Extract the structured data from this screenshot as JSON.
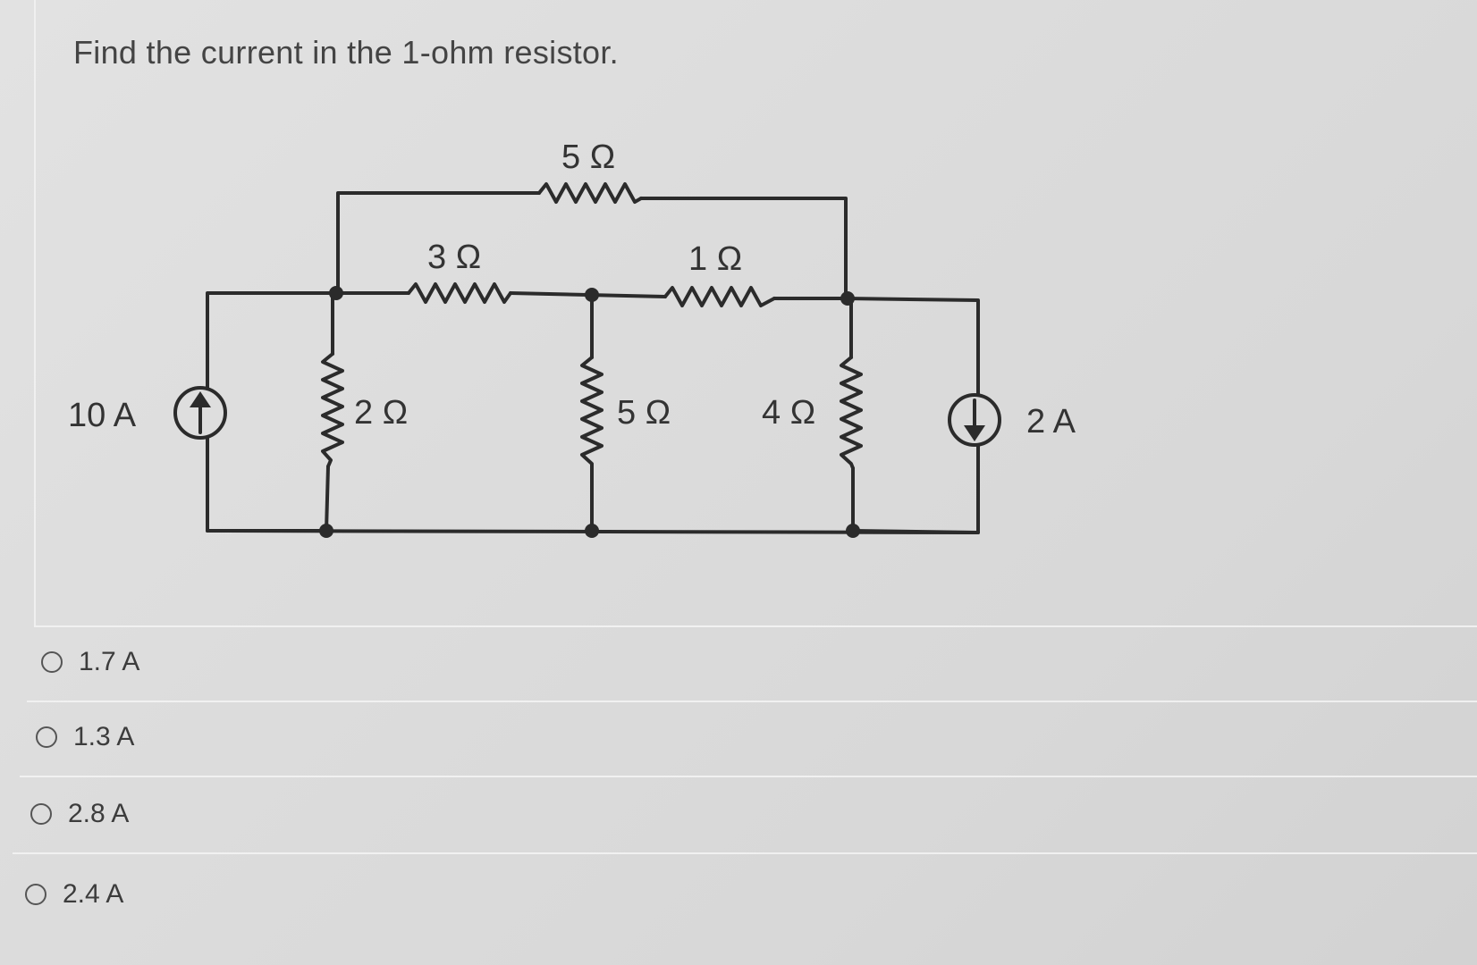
{
  "question": {
    "text": "Find the current in the 1-ohm resistor."
  },
  "circuit": {
    "sources": {
      "left": "10 A",
      "right": "2 A"
    },
    "resistors": {
      "top": "5 Ω",
      "middle_left": "3 Ω",
      "middle_right": "1 Ω",
      "vertical_left": "2 Ω",
      "vertical_middle": "5 Ω",
      "vertical_right": "4 Ω"
    }
  },
  "options": [
    {
      "label": "1.7 A"
    },
    {
      "label": "1.3 A"
    },
    {
      "label": "2.8 A"
    },
    {
      "label": "2.4 A"
    }
  ]
}
